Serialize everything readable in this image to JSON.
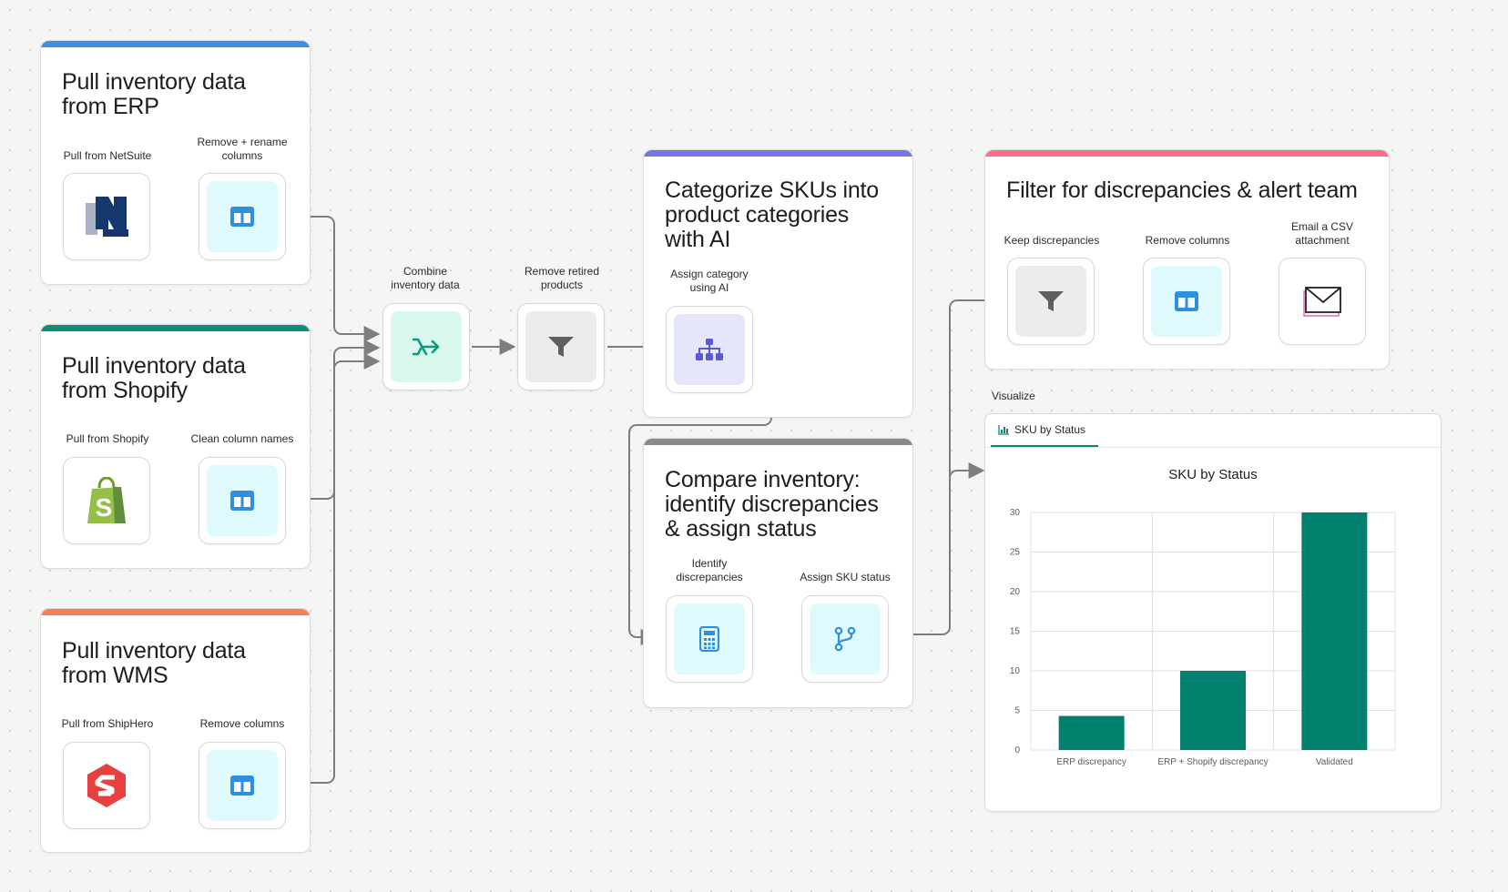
{
  "groups": {
    "erp": {
      "title": "Pull inventory data\nfrom ERP",
      "accent": "#3d8fe0",
      "step1": "Pull from NetSuite",
      "step2": "Remove + rename\ncolumns"
    },
    "shopify": {
      "title": "Pull inventory data\nfrom Shopify",
      "accent": "#0f8f78",
      "step1": "Pull from Shopify",
      "step2": "Clean column names"
    },
    "wms": {
      "title": "Pull inventory data\nfrom WMS",
      "accent": "#fb7f56",
      "step1": "Pull from ShipHero",
      "step2": "Remove columns"
    },
    "categorize": {
      "title": "Categorize SKUs into\nproduct categories\nwith AI",
      "accent": "#7474e6",
      "step1": "Assign category\nusing AI"
    },
    "compare": {
      "title": "Compare inventory:\nidentify discrepancies\n& assign status",
      "accent": "#8a8a8a",
      "step1": "Identify\ndiscrepancies",
      "step2": "Assign SKU status"
    },
    "filter": {
      "title": "Filter for discrepancies & alert team",
      "accent": "#f86f8a",
      "step1": "Keep discrepancies",
      "step2": "Remove columns",
      "step3": "Email a CSV\nattachment"
    }
  },
  "combine": {
    "step1": "Combine\ninventory data",
    "step2": "Remove retired\nproducts"
  },
  "visualize": {
    "label": "Visualize",
    "tab": "SKU by Status",
    "chart_data": {
      "type": "bar",
      "title": "SKU by Status",
      "categories": [
        "ERP discrepancy",
        "ERP + Shopify discrepancy",
        "Validated"
      ],
      "values": [
        4.3,
        10,
        30
      ],
      "ylim": [
        0,
        30
      ],
      "yticks": [
        0,
        5,
        10,
        15,
        20,
        25,
        30
      ],
      "grid": true,
      "color": "#00806e"
    }
  },
  "icons": {
    "netsuite": "netsuite-logo-icon",
    "shopify": "shopify-bag-icon",
    "shiphero": "shiphero-logo-icon",
    "table": "table-columns-icon",
    "merge": "merge-arrow-icon",
    "filter": "funnel-filter-icon",
    "hierarchy": "org-chart-icon",
    "calculator": "calculator-icon",
    "branch": "git-branch-icon",
    "email": "envelope-icon",
    "chart": "bar-chart-icon"
  }
}
